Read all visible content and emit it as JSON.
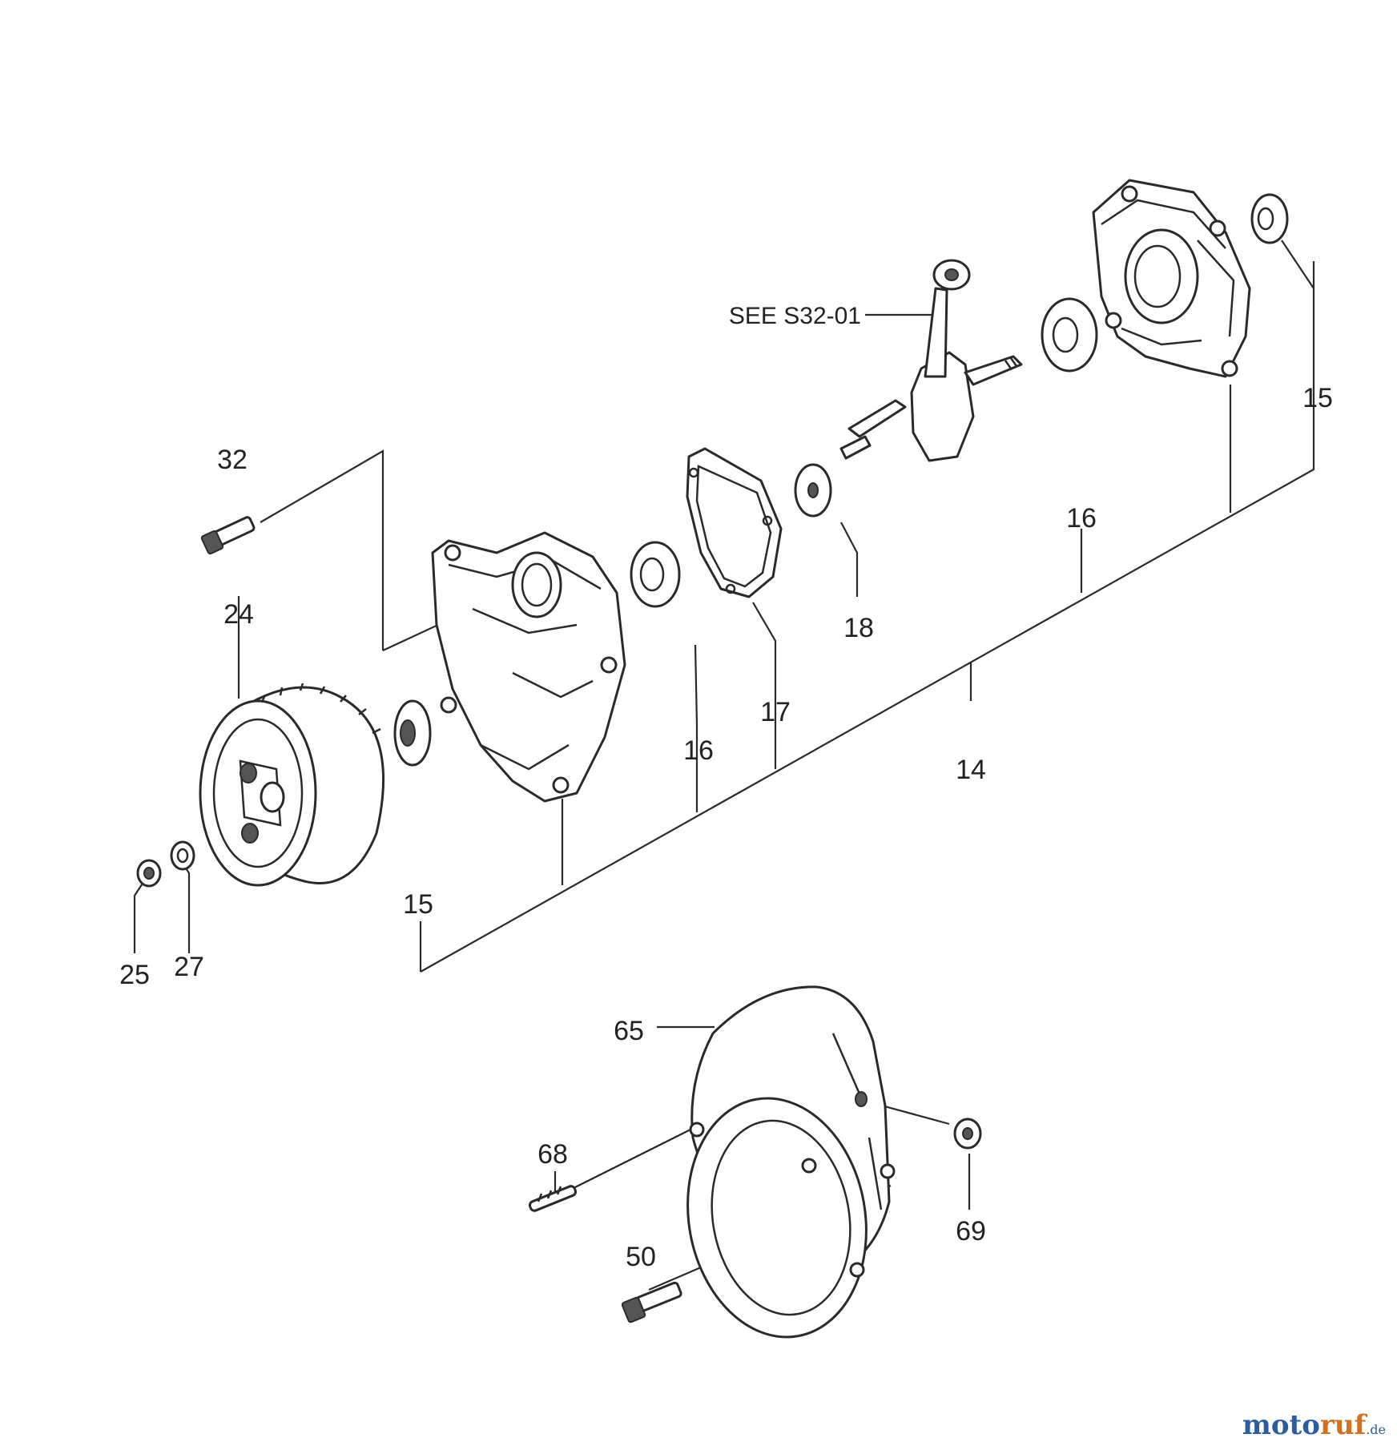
{
  "labels": {
    "p14": "14",
    "p15a": "15",
    "p15b": "15",
    "p16a": "16",
    "p16b": "16",
    "p17": "17",
    "p18": "18",
    "p24": "24",
    "p25": "25",
    "p27": "27",
    "p32": "32",
    "p50": "50",
    "p65": "65",
    "p68": "68",
    "p69": "69",
    "see_ref": "SEE S32-01"
  },
  "watermark": {
    "name_a": "moto",
    "name_b": "ruf",
    "tld": ".de",
    "color_a": "#2e5d9e",
    "color_b": "#d4701f",
    "color_tld": "#2e5d9e"
  }
}
